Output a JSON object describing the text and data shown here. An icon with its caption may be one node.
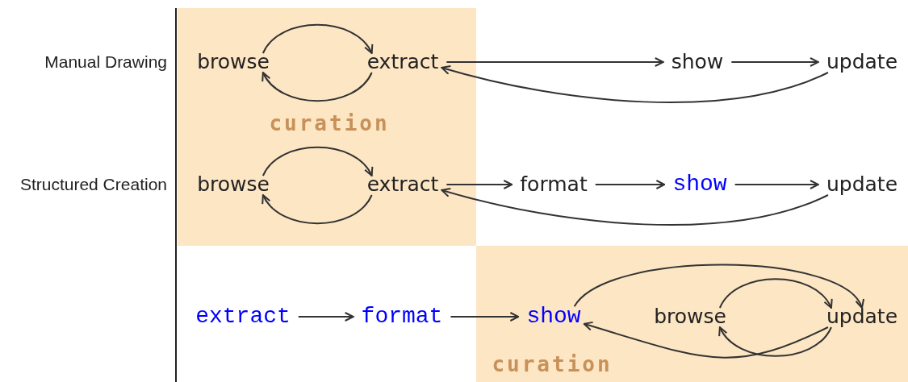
{
  "diagram": {
    "nodes": [
      {
        "text": [
          "curation"
        ]
      },
      {
        "text": [
          "browse"
        ],
        "in": 0
      },
      {
        "text": [
          "extract"
        ],
        "in": 0
      },
      {
        "text": [
          "show"
        ]
      },
      {
        "text": [
          "update"
        ]
      },
      {
        "text": [
          "browse"
        ],
        "in": 0
      },
      {
        "text": [
          "extract"
        ],
        "in": 0
      },
      {
        "text": [
          "format"
        ]
      },
      {
        "text": [
          "show"
        ]
      },
      {
        "text": [
          "update"
        ]
      },
      {
        "text": [
          "extract"
        ]
      },
      {
        "text": [
          "format"
        ]
      },
      {
        "text": [
          "curation"
        ]
      },
      {
        "text": [
          "show"
        ],
        "in": 12
      },
      {
        "text": [
          "browse"
        ],
        "in": 12
      },
      {
        "text": [
          "update"
        ],
        "in": 12
      }
    ],
    "edges": [
      {
        "from": 1,
        "to": 2,
        "arrow": "to"
      },
      {
        "from": 2,
        "to": 1,
        "arrow": "to"
      },
      {
        "from": 2,
        "to": 3,
        "arrow": "to"
      },
      {
        "from": 3,
        "to": 4,
        "arrow": "to"
      },
      {
        "from": 4,
        "to": 2,
        "arrow": "to"
      },
      {
        "from": 5,
        "to": 6,
        "arrow": "to"
      },
      {
        "from": 6,
        "to": 5,
        "arrow": "to"
      },
      {
        "from": 6,
        "to": 7,
        "arrow": "to"
      },
      {
        "from": 7,
        "to": 8,
        "arrow": "to"
      },
      {
        "from": 8,
        "to": 9,
        "arrow": "to"
      },
      {
        "from": 9,
        "to": 6,
        "arrow": "to"
      },
      {
        "from": 10,
        "to": 11,
        "arrow": "to"
      },
      {
        "from": 11,
        "to": 13,
        "arrow": "to"
      },
      {
        "from": 13,
        "to": 15,
        "arrow": "to"
      },
      {
        "from": 15,
        "to": 13,
        "arrow": "to"
      },
      {
        "from": 14,
        "to": 15,
        "arrow": "to"
      },
      {
        "from": 15,
        "to": 14,
        "arrow": "to"
      }
    ],
    "labels": [
      "Manual Drawing",
      "Structured Creation"
    ]
  }
}
